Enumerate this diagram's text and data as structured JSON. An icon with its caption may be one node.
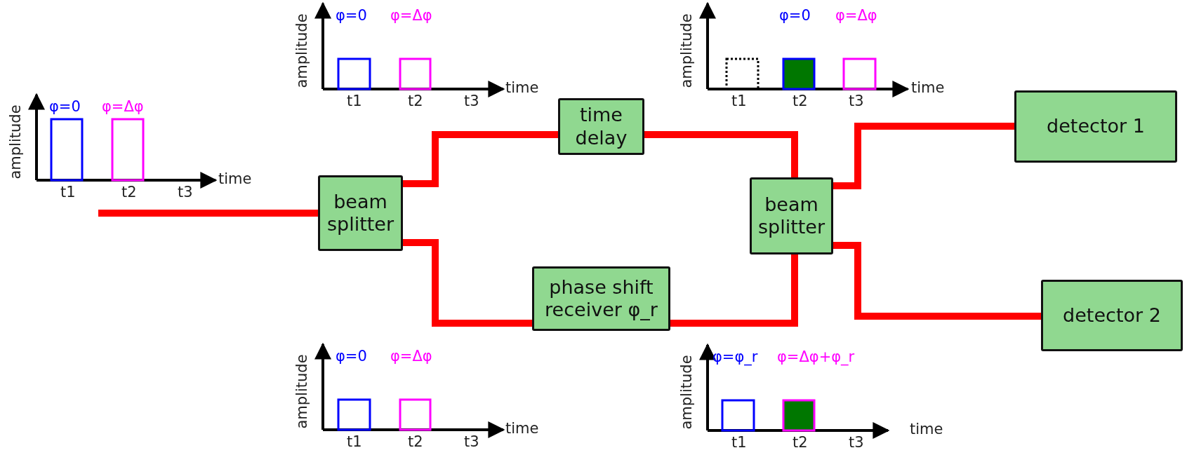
{
  "diagram": {
    "nodes": [
      {
        "text": [
          "beam splitter"
        ]
      },
      {
        "text": [
          "time delay"
        ]
      },
      {
        "text": [
          "phase shift receiver φ_r"
        ]
      },
      {
        "text": [
          "beam splitter"
        ]
      },
      {
        "text": [
          "detector 1"
        ]
      },
      {
        "text": [
          "detector 2"
        ]
      }
    ],
    "edges": [
      {
        "from": null,
        "to": 0,
        "arrow": "none"
      },
      {
        "from": 0,
        "to": 1,
        "arrow": "none"
      },
      {
        "from": 0,
        "to": 2,
        "arrow": "none"
      },
      {
        "from": 1,
        "to": 3,
        "arrow": "none"
      },
      {
        "from": 2,
        "to": 3,
        "arrow": "none"
      },
      {
        "from": 3,
        "to": 4,
        "arrow": "none"
      },
      {
        "from": 3,
        "to": 5,
        "arrow": "none"
      }
    ],
    "labels": [
      "φ=0",
      "φ=Δφ",
      "amplitude",
      "time",
      "t1",
      "t2",
      "t3",
      "φ=0",
      "φ=Δφ",
      "amplitude",
      "time",
      "t1",
      "t2",
      "t3",
      "φ=0",
      "φ=Δφ",
      "amplitude",
      "time",
      "t1",
      "t2",
      "t3",
      "φ=0",
      "φ=Δφ",
      "amplitude",
      "time",
      "t1",
      "t2",
      "t3",
      "φ=φ_r",
      "φ=Δφ+φ_r",
      "amplitude",
      "time",
      "t1",
      "t2",
      "t3"
    ]
  }
}
